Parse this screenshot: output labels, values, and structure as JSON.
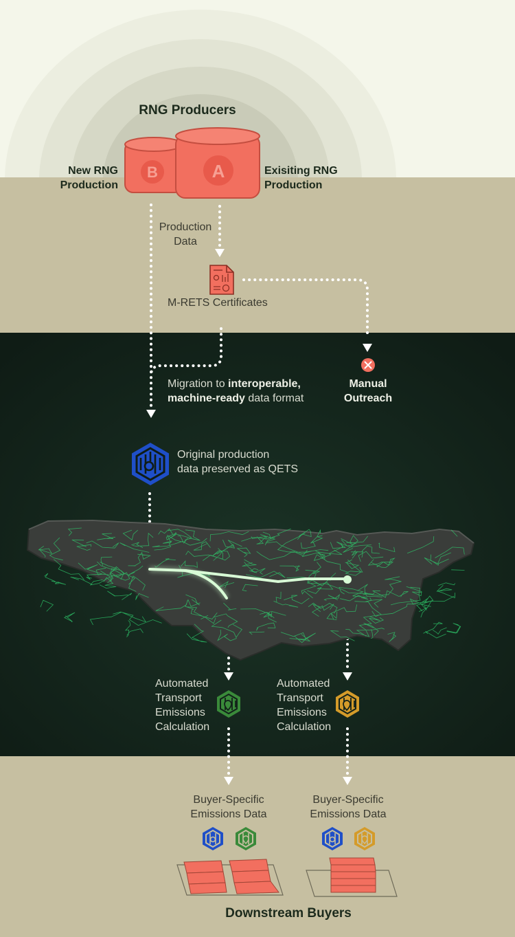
{
  "producers": {
    "title": "RNG Producers",
    "new_label_1": "New RNG",
    "new_label_2": "Production",
    "existing_label_1": "Exisiting RNG",
    "existing_label_2": "Production",
    "tank_b": "B",
    "tank_a": "A"
  },
  "flow": {
    "production_data_1": "Production",
    "production_data_2": "Data",
    "certificates": "M-RETS Certificates",
    "migration_pre": "Migration to ",
    "migration_bold_1": "interoperable,",
    "migration_bold_2": "machine-ready",
    "migration_post": " data format",
    "manual_1": "Manual",
    "manual_2": "Outreach",
    "qets_1": "Original production",
    "qets_2": "data preserved as QETS"
  },
  "transport": {
    "left_1": "Automated",
    "left_2": "Transport",
    "left_3": "Emissions",
    "left_4": "Calculation",
    "right_1": "Automated",
    "right_2": "Transport",
    "right_3": "Emissions",
    "right_4": "Calculation"
  },
  "buyers": {
    "left_1": "Buyer-Specific",
    "left_2": "Emissions Data",
    "right_1": "Buyer-Specific",
    "right_2": "Emissions Data",
    "title": "Downstream Buyers"
  },
  "colors": {
    "sky": "#f4f6ea",
    "band_tan": "#c6bfa1",
    "dark_green": "#12211a",
    "tank": "#f26f5f",
    "qets_blue": "#1f4fc8",
    "icon_green": "#3a8a3a",
    "icon_gold": "#d49b2a",
    "pipeline": "#2fcf6e"
  }
}
